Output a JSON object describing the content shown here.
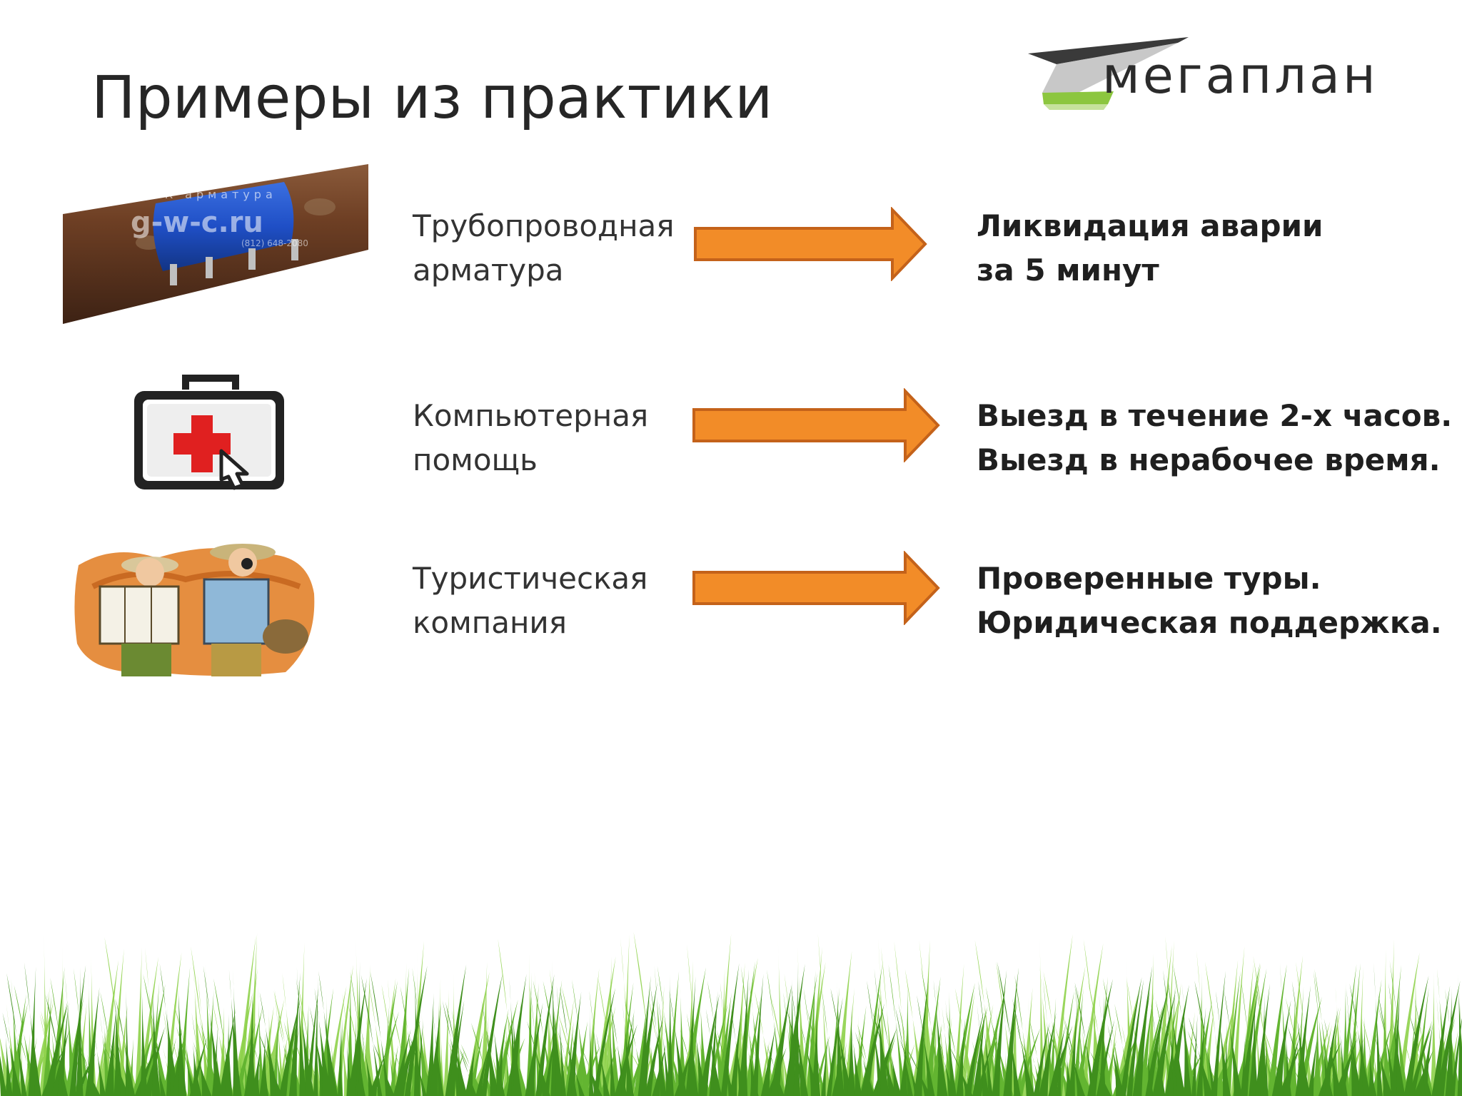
{
  "slide": {
    "title": "Примеры из практики",
    "logo": {
      "text": "мегаплан",
      "colors": {
        "dark": "#2d2d2d",
        "green": "#8cc63f",
        "light_green": "#b5d98a",
        "text": "#2b2b2b"
      }
    }
  },
  "rows": [
    {
      "image": "pipe-clamp-image",
      "watermark": [
        "ГВК арматура",
        "g-w-c.ru",
        "(812) 648-2080"
      ],
      "label": [
        "Трубопроводная",
        "арматура"
      ],
      "result": [
        "Ликвидация аварии",
        "за 5 минут"
      ]
    },
    {
      "image": "first-aid-kit-icon",
      "label": [
        "Компьютерная",
        "помощь"
      ],
      "result": [
        "Выезд в течение 2-х часов.",
        "Выезд в нерабочее время."
      ]
    },
    {
      "image": "tourists-illustration",
      "label": [
        "Туристическая",
        "компания"
      ],
      "result": [
        "Проверенные туры.",
        "Юридическая поддержка."
      ]
    }
  ],
  "colors": {
    "arrow_fill": "#f28c28",
    "arrow_stroke": "#c4621a",
    "grass_dark": "#3f8f1d",
    "grass_light": "#8ed14a"
  }
}
